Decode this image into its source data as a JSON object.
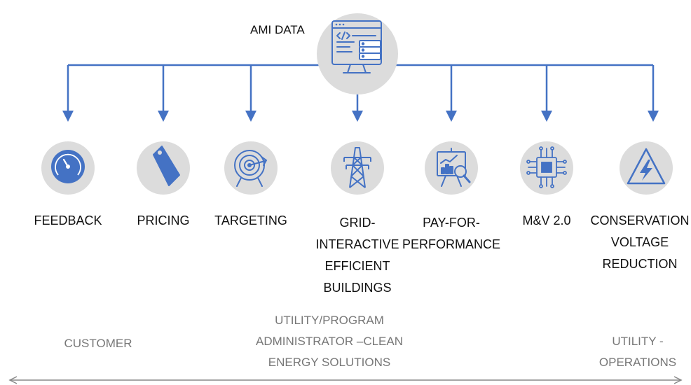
{
  "title": "AMI DATA",
  "colors": {
    "accent": "#4472C4",
    "circle": "#DCDCDC",
    "text": "#111111",
    "category_text": "#777777"
  },
  "source": {
    "icon": "computer-server-icon"
  },
  "nodes": [
    {
      "label": "FEEDBACK",
      "icon": "gauge-icon"
    },
    {
      "label": "PRICING",
      "icon": "price-tag-icon"
    },
    {
      "label": "TARGETING",
      "icon": "target-icon"
    },
    {
      "label": "GRID-\nINTERACTIVE\nEFFICIENT\nBUILDINGS",
      "icon": "transmission-tower-icon"
    },
    {
      "label": "PAY-FOR-\nPERFORMANCE",
      "icon": "presentation-chart-icon"
    },
    {
      "label": "M&V 2.0",
      "icon": "microchip-icon"
    },
    {
      "label": "CONSERVATION\nVOLTAGE\nREDUCTION",
      "icon": "high-voltage-icon"
    }
  ],
  "categories": [
    {
      "label": "CUSTOMER"
    },
    {
      "label": "UTILITY/PROGRAM\nADMINISTRATOR –CLEAN\nENERGY SOLUTIONS"
    },
    {
      "label": "UTILITY -\nOPERATIONS"
    }
  ]
}
